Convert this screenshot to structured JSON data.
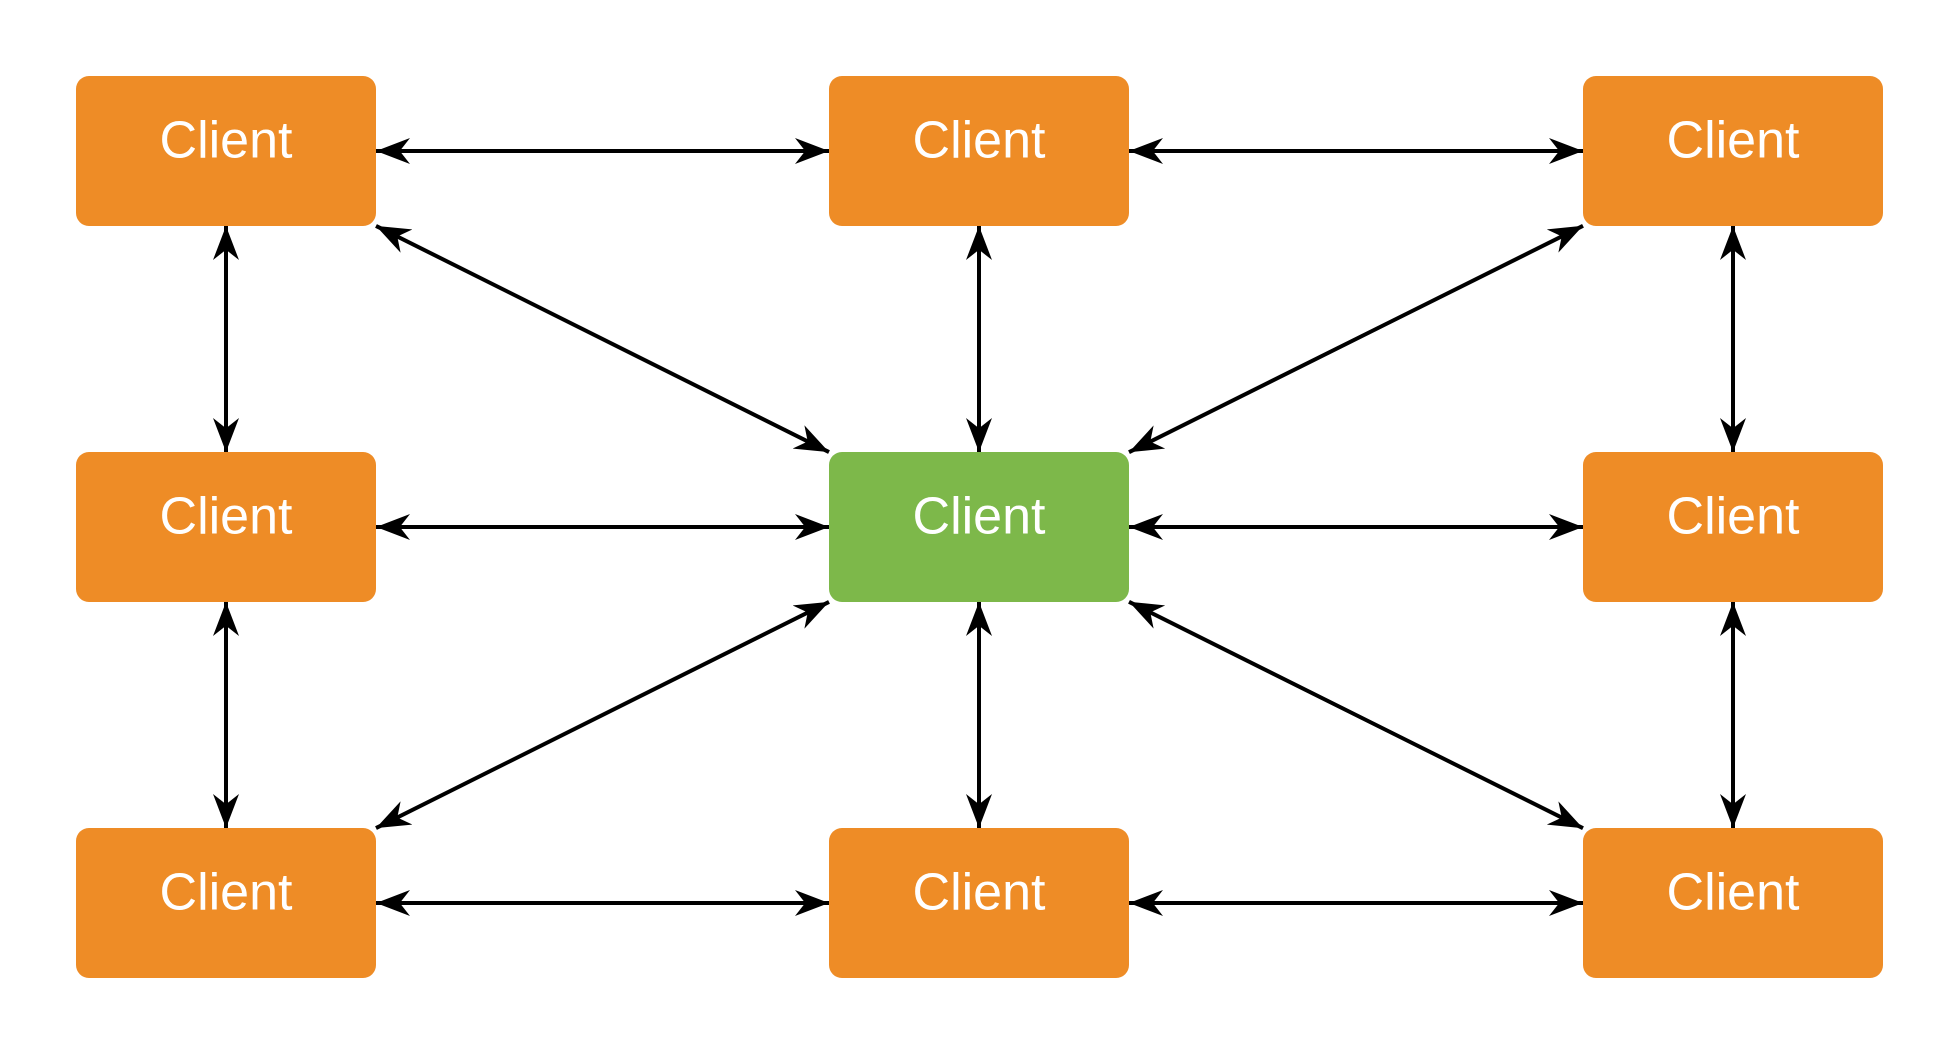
{
  "colors": {
    "client": "#ee8c26",
    "center": "#7db84a",
    "edge": "#000000",
    "text": "#ffffff"
  },
  "nodes": [
    {
      "id": "top-left",
      "label": "Client",
      "kind": "client"
    },
    {
      "id": "top-center",
      "label": "Client",
      "kind": "client"
    },
    {
      "id": "top-right",
      "label": "Client",
      "kind": "client"
    },
    {
      "id": "middle-left",
      "label": "Client",
      "kind": "client"
    },
    {
      "id": "middle-center",
      "label": "Client",
      "kind": "center"
    },
    {
      "id": "middle-right",
      "label": "Client",
      "kind": "client"
    },
    {
      "id": "bottom-left",
      "label": "Client",
      "kind": "client"
    },
    {
      "id": "bottom-center",
      "label": "Client",
      "kind": "client"
    },
    {
      "id": "bottom-right",
      "label": "Client",
      "kind": "client"
    }
  ],
  "edges": [
    {
      "from": "top-left",
      "to": "top-center",
      "direction": "both"
    },
    {
      "from": "top-center",
      "to": "top-right",
      "direction": "both"
    },
    {
      "from": "middle-left",
      "to": "middle-center",
      "direction": "both"
    },
    {
      "from": "middle-center",
      "to": "middle-right",
      "direction": "both"
    },
    {
      "from": "bottom-left",
      "to": "bottom-center",
      "direction": "both"
    },
    {
      "from": "bottom-center",
      "to": "bottom-right",
      "direction": "both"
    },
    {
      "from": "top-left",
      "to": "middle-left",
      "direction": "both"
    },
    {
      "from": "middle-left",
      "to": "bottom-left",
      "direction": "both"
    },
    {
      "from": "top-center",
      "to": "middle-center",
      "direction": "both"
    },
    {
      "from": "middle-center",
      "to": "bottom-center",
      "direction": "both"
    },
    {
      "from": "top-right",
      "to": "middle-right",
      "direction": "both"
    },
    {
      "from": "middle-right",
      "to": "bottom-right",
      "direction": "both"
    },
    {
      "from": "top-left",
      "to": "middle-center",
      "direction": "both"
    },
    {
      "from": "top-right",
      "to": "middle-center",
      "direction": "both"
    },
    {
      "from": "bottom-left",
      "to": "middle-center",
      "direction": "both"
    },
    {
      "from": "bottom-right",
      "to": "middle-center",
      "direction": "both"
    }
  ]
}
